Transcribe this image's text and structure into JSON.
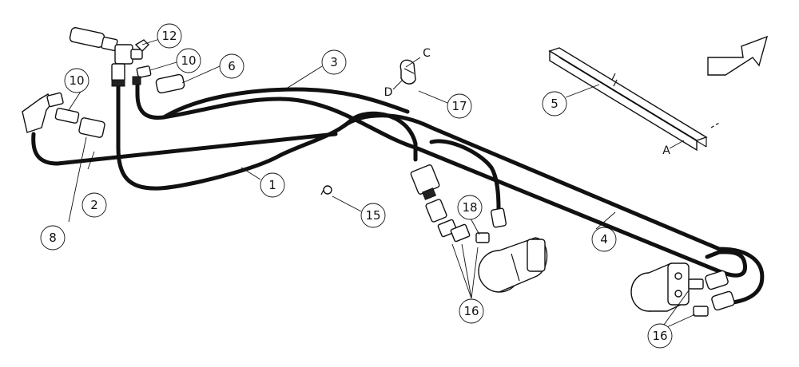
{
  "callouts": {
    "c1": "1",
    "c2": "2",
    "c3": "3",
    "c4": "4",
    "c5": "5",
    "c6": "6",
    "c8": "8",
    "c10a": "10",
    "c10b": "10",
    "c12": "12",
    "c15": "15",
    "c16a": "16",
    "c16b": "16",
    "c17": "17",
    "c18": "18"
  },
  "letters": {
    "a": "A",
    "c": "C",
    "d": "D"
  }
}
